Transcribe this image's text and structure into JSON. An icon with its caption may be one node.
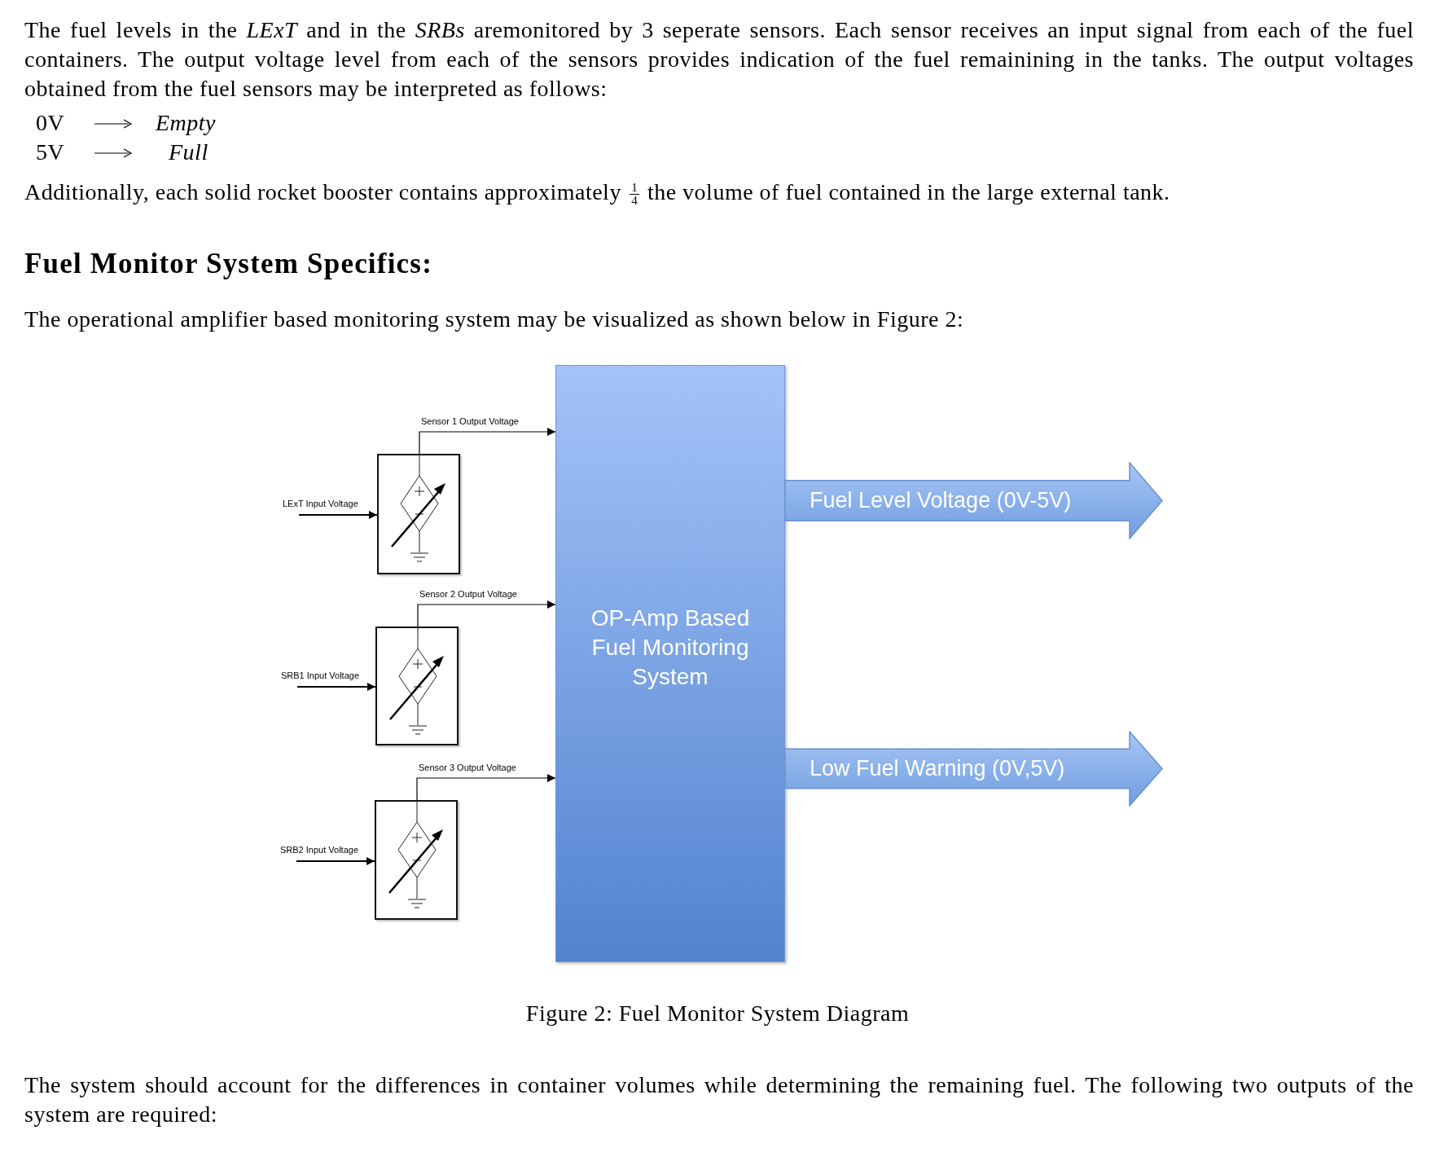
{
  "diagram": {
    "title": "Fuel Monitor System Specifics:",
    "caption": "Figure 2: Fuel Monitor System Diagram",
    "nodes": [
      {
        "text": [],
        "shape": "box"
      },
      {
        "text": [],
        "shape": "box"
      },
      {
        "text": [],
        "shape": "box"
      },
      {
        "text": [
          "OP-Amp Based Fuel Monitoring System"
        ]
      },
      {
        "text": [
          "Fuel Level Voltage (0V-5V)"
        ]
      },
      {
        "text": [
          "Low Fuel Warning (0V,5V)"
        ]
      }
    ],
    "edges": [
      {
        "from": null,
        "to": 0,
        "arrow": "to",
        "label": "LExT Input Voltage"
      },
      {
        "from": null,
        "to": 1,
        "arrow": "to",
        "label": "SRB1 Input Voltage"
      },
      {
        "from": null,
        "to": 2,
        "arrow": "to",
        "label": "SRB2 Input Voltage"
      },
      {
        "from": 0,
        "to": 3,
        "arrow": "to",
        "label": "Sensor 1 Output Voltage"
      },
      {
        "from": 1,
        "to": 3,
        "arrow": "to",
        "label": "Sensor 2 Output Voltage"
      },
      {
        "from": 2,
        "to": 3,
        "arrow": "to",
        "label": "Sensor 3 Output Voltage"
      }
    ],
    "labels": [
      "The fuel levels in the *LExT* and in the *SRBs* aremonitored by 3 seperate sensors. Each sensor receives an input signal from each of the fuel containers. The output voltage level from each of the sensors provides indication of the fuel remainining in the tanks. The output voltages obtained from the fuel sensors may be interpreted as follows:",
      "0V",
      "Empty",
      "5V",
      "Full",
      "Additionally, each solid rocket booster contains approximately",
      "1",
      "4",
      "the volume of fuel contained in the large external tank.",
      "The operational amplifier based monitoring system may be visualized as shown below in Figure 2:",
      "The system should account for the differences in container volumes while determining the remaining fuel. The following two outputs of the system are required:"
    ]
  }
}
